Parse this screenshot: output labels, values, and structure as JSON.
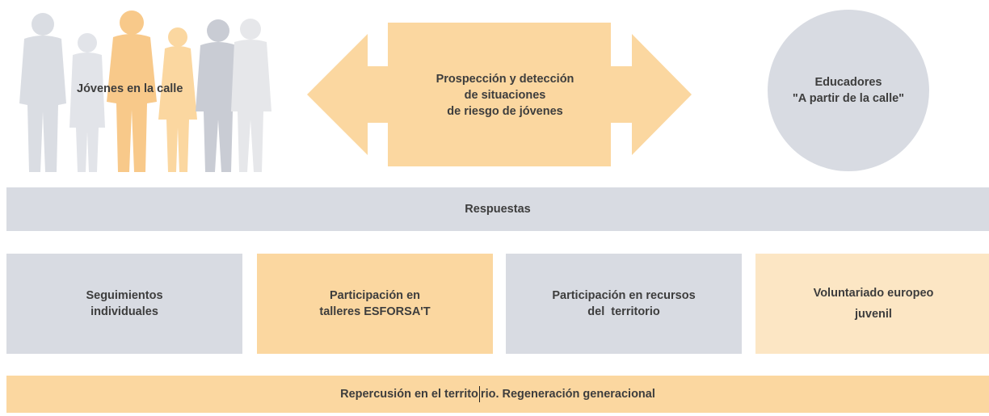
{
  "people": {
    "label": "Jóvenes en la calle"
  },
  "arrow": {
    "lines": [
      "Prospección y detección",
      "de situaciones",
      "de riesgo de jóvenes"
    ]
  },
  "educators": {
    "lines": [
      "Educadores",
      "\"A partir de la calle\""
    ]
  },
  "responses": {
    "label": "Respuestas"
  },
  "boxes": [
    {
      "lines": [
        "Seguimientos",
        "individuales"
      ]
    },
    {
      "lines": [
        "Participación en",
        "talleres ESFORSA'T"
      ]
    },
    {
      "lines": [
        "Participación en recursos",
        "del  territorio"
      ]
    },
    {
      "lines": [
        "Voluntariado europeo",
        "juvenil"
      ]
    }
  ],
  "footer": {
    "label_part1": "Repercusión en el territo",
    "label_part2": "rio. Regeneración generacional"
  },
  "colors": {
    "grey": "#d8dbe2",
    "orange": "#fbd7a0",
    "light_orange": "#fce6c4",
    "text": "#3d3d3d"
  }
}
